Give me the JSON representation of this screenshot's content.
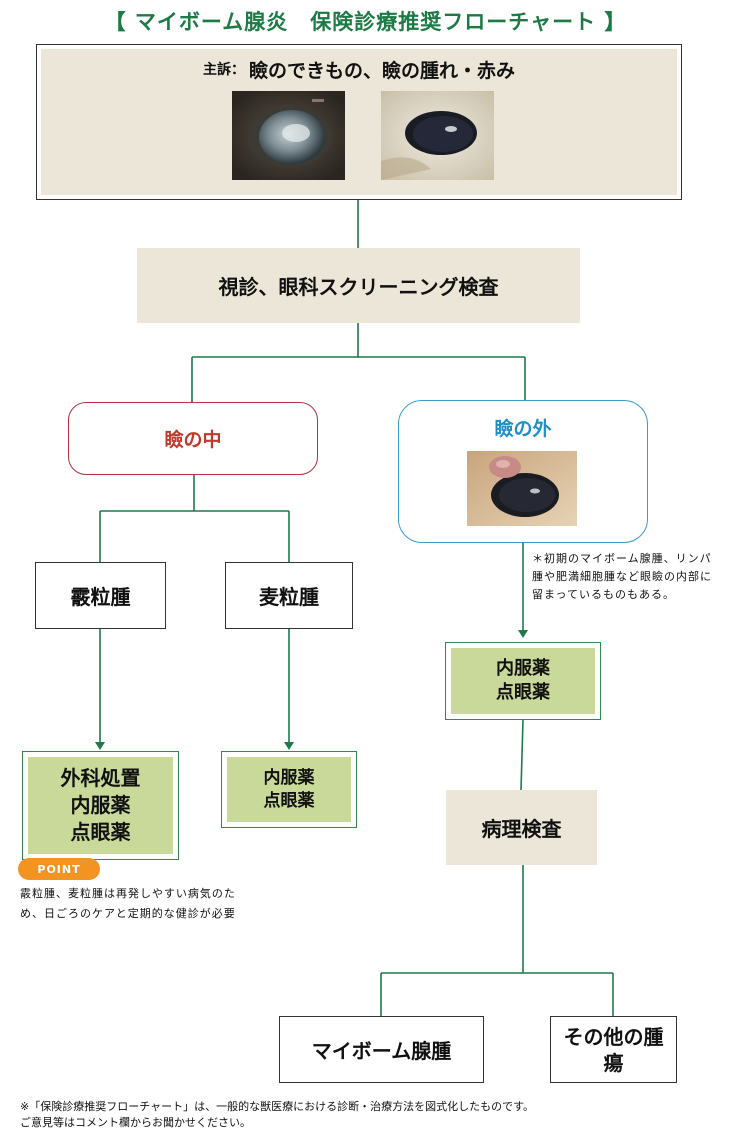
{
  "title": "【 マイボーム腺炎　保険診療推奨フローチャート 】",
  "complaint": {
    "label": "主訴：",
    "text": "瞼のできもの、瞼の腫れ・赤み",
    "photos": [
      "cloudy-eye-photo",
      "dog-eye-photo"
    ]
  },
  "screening": "視診、眼科スクリーニング検査",
  "branches": {
    "inside": {
      "label": "瞼の中",
      "children": [
        {
          "label": "霰粒腫",
          "treatment": [
            "外科処置",
            "内服薬",
            "点眼薬"
          ]
        },
        {
          "label": "麦粒腫",
          "treatment": [
            "内服薬",
            "点眼薬"
          ]
        }
      ]
    },
    "outside": {
      "label": "瞼の外",
      "photo": "eyelid-mass-photo",
      "note": "＊初期のマイボーム腺腫、リンパ腫や肥満細胞腫など眼瞼の内部に留まっているものもある。",
      "treatment": [
        "内服薬",
        "点眼薬"
      ],
      "exam": "病理検査",
      "results": [
        "マイボーム腺腫",
        "その他の腫瘍"
      ]
    }
  },
  "point": {
    "badge": "POINT",
    "text": "霰粒腫、麦粒腫は再発しやすい病気のため、日ごろのケアと定期的な健診が必要"
  },
  "footnote": {
    "line1": "※「保険診療推奨フローチャート」は、一般的な獣医療における診断・治療方法を図式化したものです。",
    "line2": "ご意見等はコメント欄からお聞かせください。"
  },
  "colors": {
    "green": "#1d7a45",
    "line": "#1f7a4a",
    "beige": "#ebe6d8",
    "treatment": "#c9d99a",
    "inside": "#c0392b",
    "outside": "#1f8fc8",
    "point": "#f39422"
  }
}
